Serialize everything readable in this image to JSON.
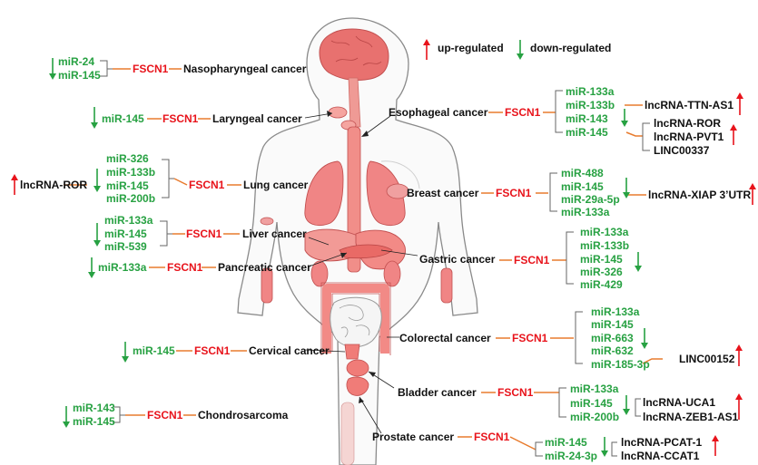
{
  "legend": {
    "up": "up-regulated",
    "down": "down-regulated"
  },
  "gene": "FSCN1",
  "colors": {
    "mirna": "#27a142",
    "gene": "#e8131b",
    "line": "#e87b2e",
    "organ": "#f08080",
    "text": "#111111"
  },
  "cancers": {
    "nasopharyngeal": {
      "label": "Nasopharyngeal cancer",
      "mirnas": [
        "miR-24",
        "miR-145"
      ]
    },
    "laryngeal": {
      "label": "Laryngeal cancer",
      "mirnas": [
        "miR-145"
      ]
    },
    "lung": {
      "label": "Lung cancer",
      "mirnas": [
        "miR-326",
        "miR-133b",
        "miR-145",
        "miR-200b"
      ],
      "lncrna": "lncRNA-ROR"
    },
    "liver": {
      "label": "Liver cancer",
      "mirnas": [
        "miR-133a",
        "miR-145",
        "miR-539"
      ]
    },
    "pancreatic": {
      "label": "Pancreatic cancer",
      "mirnas": [
        "miR-133a"
      ]
    },
    "cervical": {
      "label": "Cervical cancer",
      "mirnas": [
        "miR-145"
      ]
    },
    "chondrosarcoma": {
      "label": "Chondrosarcoma",
      "mirnas": [
        "miR-143",
        "miR-145"
      ]
    },
    "esophageal": {
      "label": "Esophageal cancer",
      "mirnas": [
        "miR-133a",
        "miR-133b",
        "miR-143",
        "miR-145"
      ],
      "lncrnas_a": [
        "lncRNA-TTN-AS1"
      ],
      "lncrnas_b": [
        "lncRNA-ROR",
        "lncRNA-PVT1",
        "LINC00337"
      ]
    },
    "breast": {
      "label": "Breast cancer",
      "mirnas": [
        "miR-488",
        "miR-145",
        "miR-29a-5p",
        "miR-133a"
      ],
      "lncrnas": [
        "lncRNA-XIAP 3’UTR"
      ]
    },
    "gastric": {
      "label": "Gastric cancer",
      "mirnas": [
        "miR-133a",
        "miR-133b",
        "miR-145",
        "miR-326",
        "miR-429"
      ]
    },
    "colorectal": {
      "label": "Colorectal cancer",
      "mirnas": [
        "miR-133a",
        "miR-145",
        "miR-663",
        "miR-632",
        "miR-185-3p"
      ],
      "lncrnas": [
        "LINC00152"
      ]
    },
    "bladder": {
      "label": "Bladder cancer",
      "mirnas": [
        "miR-133a",
        "miR-145",
        "miR-200b"
      ],
      "lncrnas": [
        "lncRNA-UCA1",
        "lncRNA-ZEB1-AS1"
      ]
    },
    "prostate": {
      "label": "Prostate cancer",
      "mirnas": [
        "miR-145",
        "miR-24-3p"
      ],
      "lncrnas": [
        "lncRNA-PCAT-1",
        "lncRNA-CCAT1"
      ]
    }
  }
}
